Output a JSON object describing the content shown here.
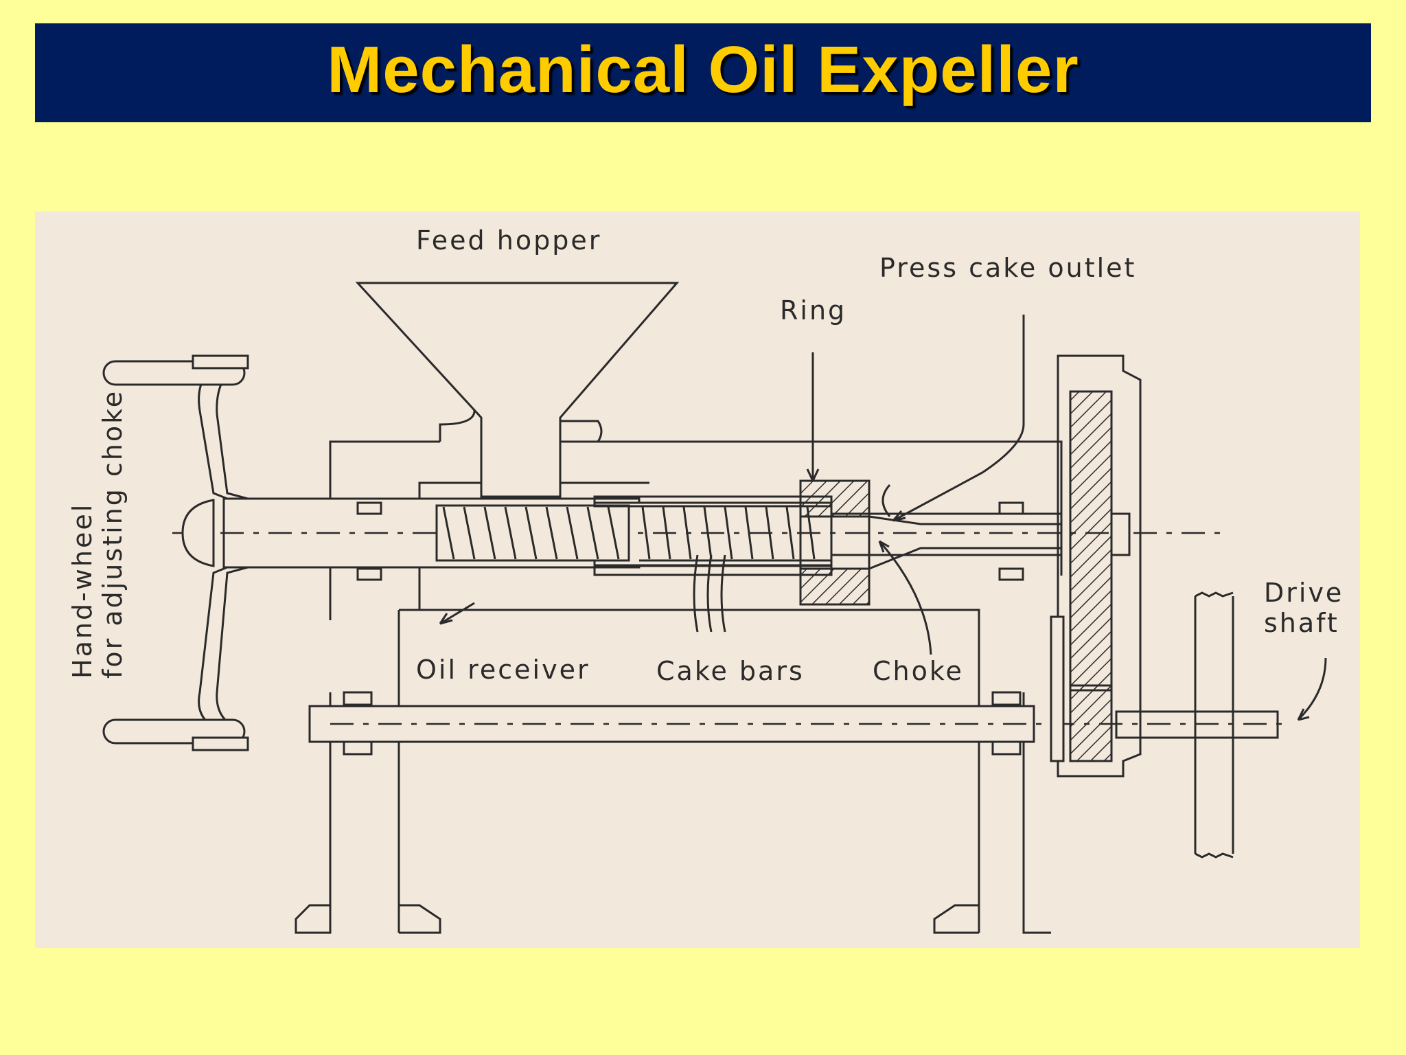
{
  "title": "Mechanical Oil Expeller",
  "colors": {
    "background": "#ffff99",
    "title_bar": "#001c5c",
    "title_text": "#ffcc00",
    "diagram_paper": "#f3e8dc",
    "line": "#2a2a2a"
  },
  "labels": {
    "feed_hopper": "Feed hopper",
    "press_cake_outlet": "Press cake outlet",
    "ring": "Ring",
    "hand_wheel_line1": "Hand-wheel",
    "hand_wheel_line2": "for adjusting choke",
    "oil_receiver": "Oil receiver",
    "cake_bars": "Cake bars",
    "choke": "Choke",
    "drive_line1": "Drive",
    "drive_line2": "shaft"
  }
}
